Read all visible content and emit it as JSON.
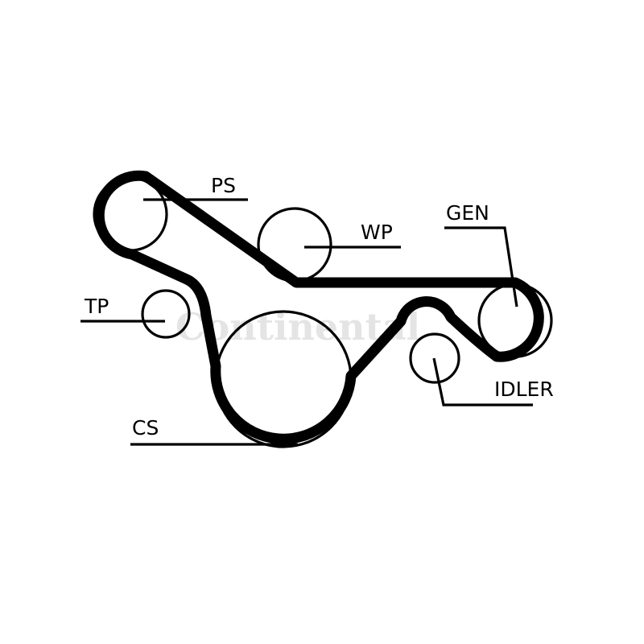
{
  "diagram": {
    "watermark_text": "Continental",
    "colors": {
      "belt": "#000000",
      "line": "#000000",
      "watermark": "#dcdcdc",
      "background": "#ffffff"
    },
    "pulleys": [
      {
        "id": "ps",
        "label": "PS"
      },
      {
        "id": "wp",
        "label": "WP"
      },
      {
        "id": "gen",
        "label": "GEN"
      },
      {
        "id": "tp",
        "label": "TP"
      },
      {
        "id": "idler",
        "label": "IDLER"
      },
      {
        "id": "cs",
        "label": "CS"
      }
    ]
  }
}
